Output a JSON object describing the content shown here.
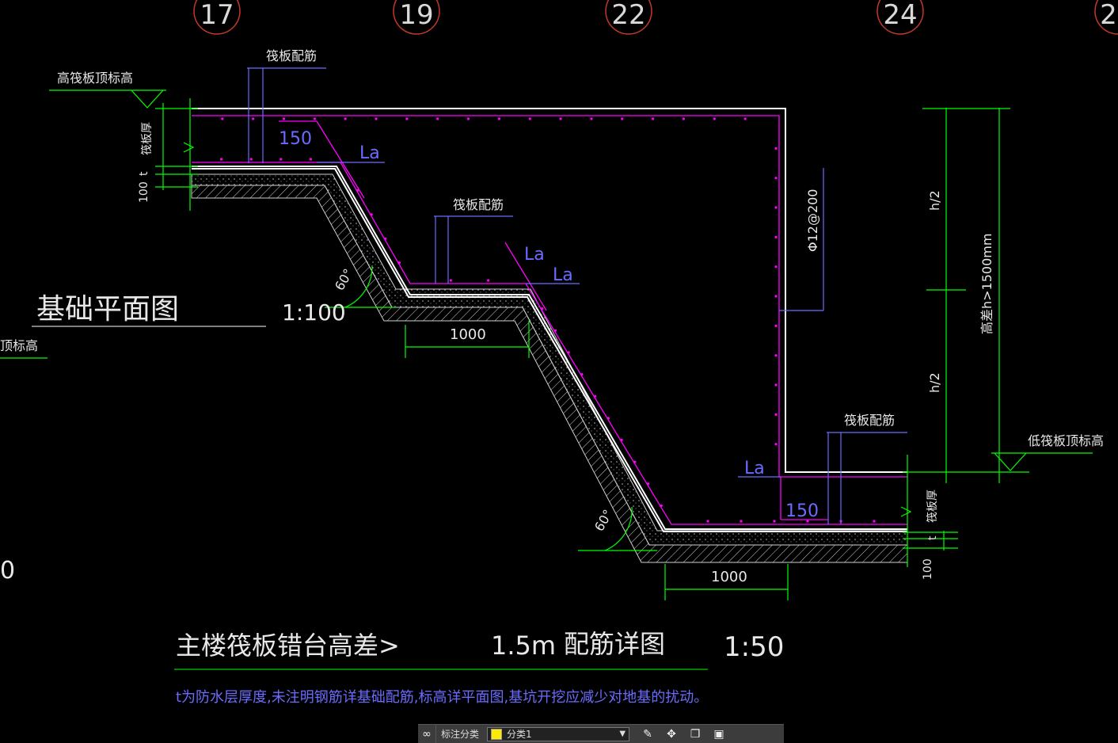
{
  "axis_labels": [
    "17",
    "19",
    "22",
    "24",
    "2"
  ],
  "labels": {
    "high_raft_top": "高筏板顶标高",
    "low_raft_top": "低筏板顶标高",
    "raft_rebar_1": "筏板配筋",
    "raft_rebar_2": "筏板配筋",
    "raft_rebar_3": "筏板配筋",
    "raft_thickness_left": "筏板厚",
    "raft_thickness_right": "筏板厚",
    "t_left": "t",
    "t_right": "t",
    "dim_100_left": "100",
    "dim_100_right": "100",
    "dim_150_top": "150",
    "dim_150_bottom": "150",
    "la_1": "La",
    "la_2": "La",
    "la_3": "La",
    "la_4": "La",
    "angle_top": "60°",
    "angle_bottom": "60°",
    "dim_1000_mid": "1000",
    "dim_1000_bottom": "1000",
    "rebar_spec": "Φ12@200",
    "h_half_top": "h/2",
    "h_half_bottom": "h/2",
    "height_diff": "高差h>1500mm",
    "left_partial_elev": "顶标高",
    "left_partial_zero": "0"
  },
  "plan_title": "基础平面图",
  "plan_scale": "1:100",
  "detail_title": "主楼筏板错台高差>",
  "detail_value": "1.5m",
  "detail_suffix": "配筋详图",
  "detail_scale": "1:50",
  "note": "t为防水层厚度,未注明钢筋详基础配筋,标高详平面图,基坑开挖应减少对地基的扰动。",
  "toolbar": {
    "label": "标注分类",
    "selected": "分类1",
    "swatch_color": "#ffeb00",
    "tool_icons": [
      "edit-icon",
      "move-icon",
      "copy-icon",
      "save-icon"
    ]
  },
  "colors": {
    "background": "#000000",
    "green": "#00ff00",
    "magenta": "#ff00ff",
    "blue_text": "#6b6bff",
    "white": "#ffffff",
    "red_circle": "#c0392b"
  }
}
